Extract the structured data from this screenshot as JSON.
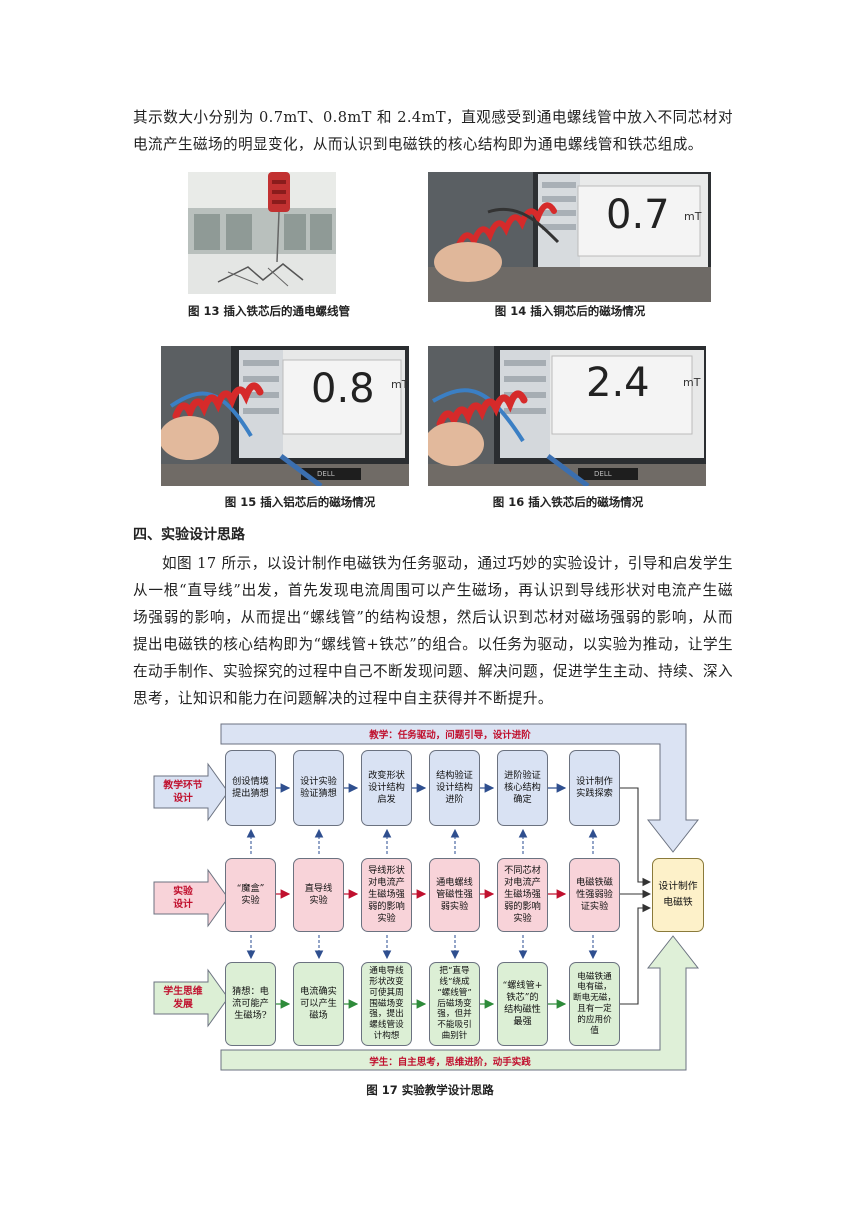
{
  "intro_paragraph": "其示数大小分别为 0.7mT、0.8mT 和 2.4mT，直观感受到通电螺线管中放入不同芯材对电流产生磁场的明显变化，从而认识到电磁铁的核心结构即为通电螺线管和铁芯组成。",
  "figures": {
    "fig13": {
      "caption": "图 13 插入铁芯后的通电螺线管"
    },
    "fig14": {
      "caption": "图 14 插入铜芯后的磁场情况",
      "reading": "0.7",
      "unit": "mT"
    },
    "fig15": {
      "caption": "图 15 插入铝芯后的磁场情况",
      "reading": "0.8",
      "unit": "mT"
    },
    "fig16": {
      "caption": "图 16 插入铁芯后的磁场情况",
      "reading": "2.4",
      "unit": "mT"
    },
    "monitor_brand": "DELL"
  },
  "section": {
    "heading": "四、实验设计思路",
    "paragraph": "如图 17 所示，以设计制作电磁铁为任务驱动，通过巧妙的实验设计，引导和启发学生从一根“直导线”出发，首先发现电流周围可以产生磁场，再认识到导线形状对电流产生磁场强弱的影响，从而提出“螺线管”的结构设想，然后认识到芯材对磁场强弱的影响，从而提出电磁铁的核心结构即为“螺线管+铁芯”的组合。以任务为驱动，以实验为推动，让学生在动手制作、实验探究的过程中自己不断发现问题、解决问题，促进学生主动、持续、深入思考，让知识和能力在问题解决的过程中自主获得并不断提升。"
  },
  "diagram": {
    "top_banner": "教学：任务驱动，问题引导，设计进阶",
    "bottom_banner": "学生：自主思考，思维进阶，动手实践",
    "row_labels": [
      "教学环节\n设计",
      "实验\n设计",
      "学生思维\n发展"
    ],
    "row1": [
      "创设情境\n提出猜想",
      "设计实验\n验证猜想",
      "改变形状\n设计结构\n启发",
      "结构验证\n设计结构\n进阶",
      "进阶验证\n核心结构\n确定",
      "设计制作\n实践探索"
    ],
    "row2": [
      "“魔盒”\n实验",
      "直导线\n实验",
      "导线形状\n对电流产\n生磁场强\n弱的影响\n实验",
      "通电螺线\n管磁性强\n弱实验",
      "不同芯材\n对电流产\n生磁场强\n弱的影响\n实验",
      "电磁铁磁\n性强弱验\n证实验"
    ],
    "row3": [
      "猜想：电\n流可能产\n生磁场?",
      "电流确实\n可以产生\n磁场",
      "通电导线\n形状改变\n可使其周\n围磁场变\n强，提出\n螺线管设\n计构想",
      "把“直导\n线”绕成\n“螺线管”\n后磁场变\n强，但并\n不能吸引\n曲别针",
      "“螺线管+\n铁芯”的\n结构磁性\n最强",
      "电磁铁通\n电有磁，\n断电无磁，\n且有一定\n的应用价\n值"
    ],
    "final_box": "设计制作\n电磁铁",
    "caption": "图 17 实验教学设计思路"
  },
  "colors": {
    "blue_box": "#d9e2f3",
    "pink_box": "#f8d3d9",
    "green_box": "#dcefd5",
    "yellow_box": "#fdf1c9",
    "label_red": "#c0102e"
  }
}
